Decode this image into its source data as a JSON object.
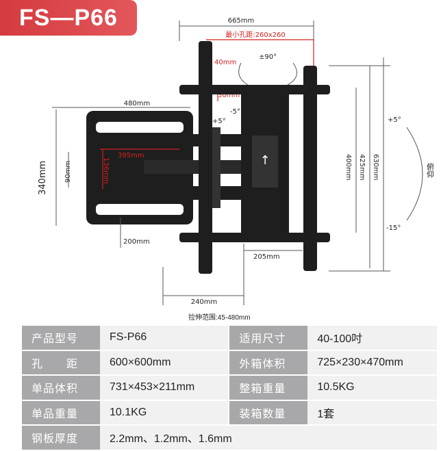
{
  "model_badge": "FS—P66",
  "dimensions": {
    "total_width": "665mm",
    "min_hole": "最小孔距:260x260",
    "hole_offset": "40mm",
    "rotation": "±90°",
    "rail_gap": "30mm",
    "tilt_small": "-5°",
    "tilt_small_up": "+5°",
    "arm_width": "480mm",
    "wall_height": "340mm",
    "wall_inner": "90mm",
    "rail_h": "136mm",
    "arm_reach": "395mm",
    "bottom_200": "200mm",
    "bottom_205": "205mm",
    "bottom_240": "240mm",
    "right_400": "400mm",
    "right_425": "425mm",
    "right_630": "630mm",
    "tilt_up": "+5°",
    "tilt_down": "-15°",
    "tilt_label": "俯仰",
    "range": "拉伸范围:45-480mm"
  },
  "specs": [
    {
      "k1": "产品型号",
      "v1": "FS-P66",
      "k2": "适用尺寸",
      "v2": "40-100吋"
    },
    {
      "k1": "孔　　距",
      "v1": "600×600mm",
      "k2": "外箱体积",
      "v2": "725×230×470mm"
    },
    {
      "k1": "单品体积",
      "v1": "731×453×211mm",
      "k2": "整箱重量",
      "v2": "10.5KG"
    },
    {
      "k1": "单品重量",
      "v1": "10.1KG",
      "k2": "装箱数量",
      "v2": "1套"
    },
    {
      "k1": "钢板厚度",
      "v1": "2.2mm、1.2mm、1.6mm"
    }
  ],
  "colors": {
    "accent": "#d43a3f",
    "key_cell": "#a8a8aa",
    "value_cell": "#f1f1f2",
    "metal": "#1e1e1e"
  }
}
